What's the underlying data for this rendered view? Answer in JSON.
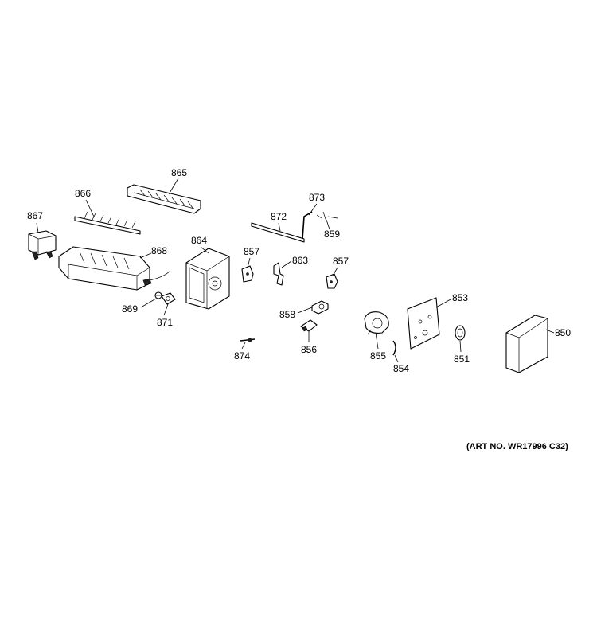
{
  "diagram": {
    "art_number": "(ART NO. WR17996 C32)",
    "parts": {
      "p850": "850",
      "p851": "851",
      "p853": "853",
      "p854": "854",
      "p855": "855",
      "p856": "856",
      "p857a": "857",
      "p857b": "857",
      "p858": "858",
      "p859": "859",
      "p863": "863",
      "p864": "864",
      "p865": "865",
      "p866": "866",
      "p867": "867",
      "p868": "868",
      "p869": "869",
      "p871": "871",
      "p872": "872",
      "p873": "873",
      "p874": "874"
    }
  }
}
